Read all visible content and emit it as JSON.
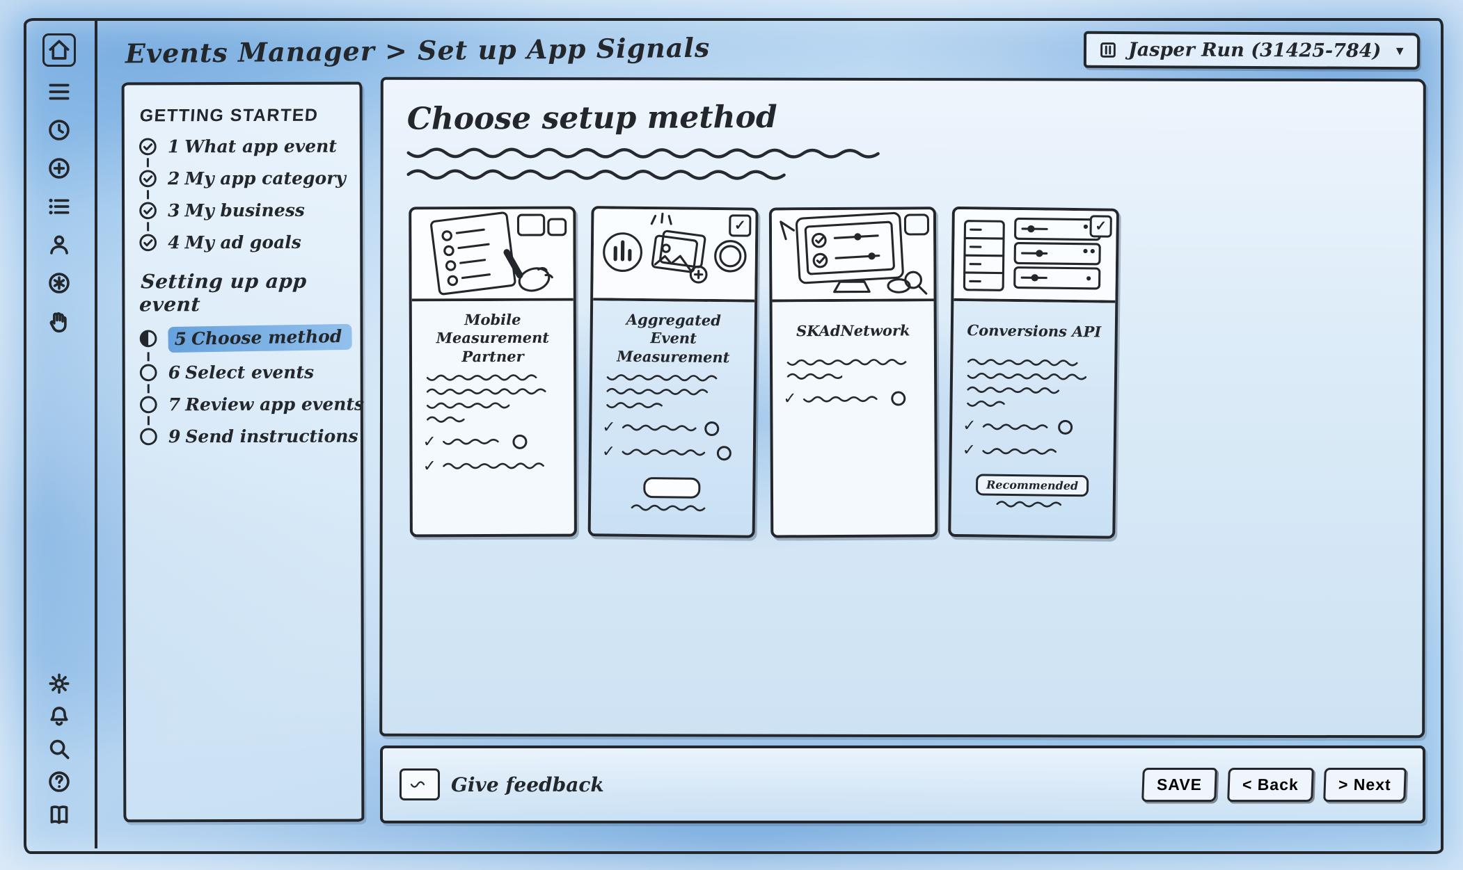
{
  "header": {
    "breadcrumb": "Events Manager > Set up App Signals",
    "account": {
      "label": "Jasper Run (31425-784)",
      "caret": "▼"
    }
  },
  "rail": {
    "top_icons": [
      "home",
      "menu",
      "clock",
      "plus-circle",
      "list",
      "person",
      "asterisk",
      "hand"
    ],
    "bottom_icons": [
      "gear",
      "bell",
      "search",
      "help",
      "book"
    ]
  },
  "stepper": {
    "sections": [
      {
        "title": "GETTING STARTED",
        "steps": [
          {
            "num": "1",
            "label": "What app event",
            "state": "done"
          },
          {
            "num": "2",
            "label": "My app category",
            "state": "done"
          },
          {
            "num": "3",
            "label": "My business",
            "state": "done"
          },
          {
            "num": "4",
            "label": "My ad goals",
            "state": "done"
          }
        ]
      },
      {
        "title": "Setting up app event",
        "steps": [
          {
            "num": "5",
            "label": "Choose method",
            "state": "active"
          },
          {
            "num": "6",
            "label": "Select events",
            "state": "todo"
          },
          {
            "num": "7",
            "label": "Review app events",
            "state": "todo"
          },
          {
            "num": "9",
            "label": "Send instructions",
            "state": "todo"
          }
        ]
      }
    ]
  },
  "content": {
    "title": "Choose setup method",
    "cards": [
      {
        "title": "Mobile Measurement Partner",
        "checkbox": "none"
      },
      {
        "title": "Aggregated Event Measurement",
        "checkbox": "checked"
      },
      {
        "title": "SKAdNetwork",
        "checkbox": "empty"
      },
      {
        "title": "Conversions API",
        "checkbox": "checked",
        "badge": "Recommended"
      }
    ]
  },
  "footer": {
    "feedback": "Give feedback",
    "buttons": [
      {
        "label": "Save"
      },
      {
        "label": "< Back"
      },
      {
        "label": "> Next"
      }
    ]
  },
  "colors": {
    "ink": "#23272b",
    "wash": "#a9cdec",
    "highlight": "#5f9edc"
  }
}
